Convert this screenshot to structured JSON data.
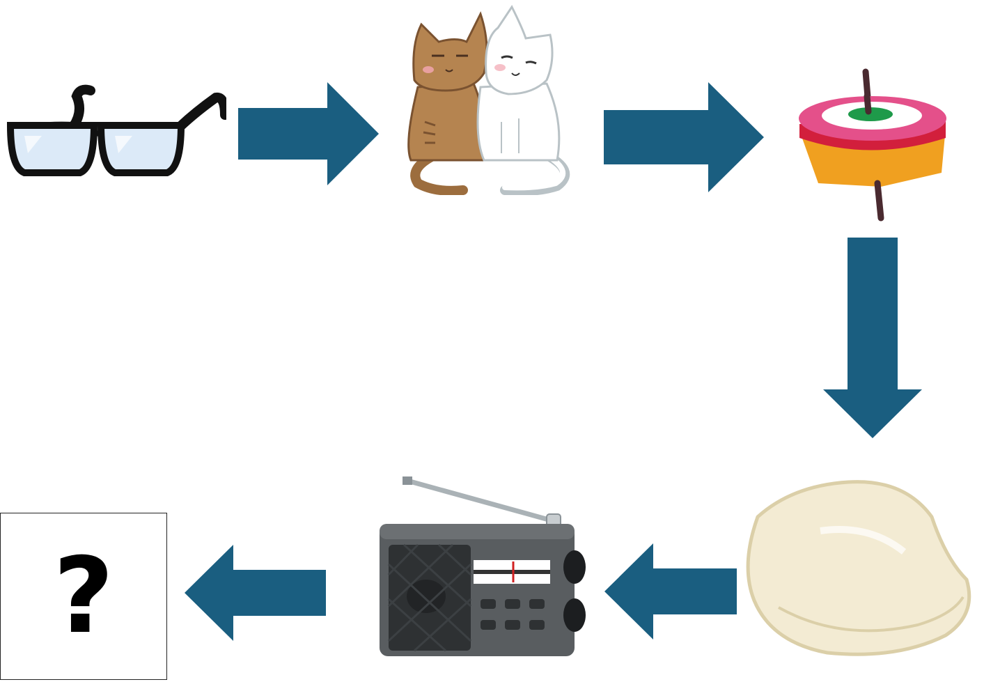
{
  "diagram": {
    "sequence": [
      "glasses",
      "cats",
      "spinning top",
      "pillow",
      "radio",
      "?"
    ],
    "unknown_symbol": "?",
    "arrow_color": "#1a5e80",
    "icons": {
      "glasses": "glasses-icon",
      "cats": "cats-icon",
      "top": "spinning-top-icon",
      "pillow": "pillow-icon",
      "radio": "radio-icon"
    }
  }
}
